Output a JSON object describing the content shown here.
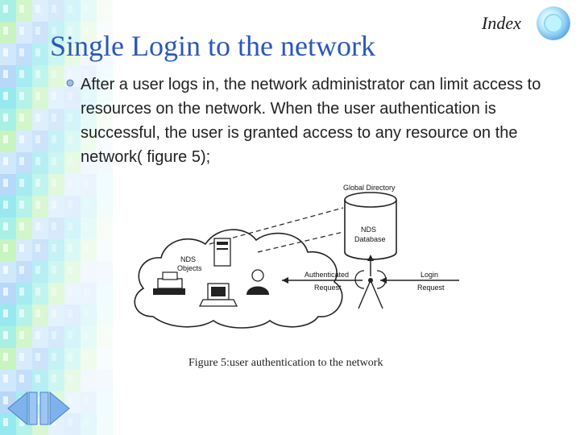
{
  "slide": {
    "title": "Single Login to the network",
    "index_label": "Index",
    "bullet": "After a user logs in, the network administrator can limit access to resources on the network. When the user authentication is successful, the user is granted access to any resource on the network( figure 5);",
    "caption": "Figure 5:user authentication to the network"
  },
  "diagram": {
    "global_directory": "Global Directory",
    "nds_line1": "NDS",
    "nds_line2": "Database",
    "objects_line1": "NDS",
    "objects_line2": "Objects",
    "auth_line1": "Authenticated",
    "auth_line2": "Request",
    "login_line1": "Login",
    "login_line2": "Request"
  },
  "theme": {
    "title_color": "#2a58b8",
    "band_colors": [
      "#a8f0e6",
      "#b8d8f8",
      "#c8f4c0",
      "#98e8f0",
      "#d0e8fb"
    ],
    "nav_color": "#7fb2ec"
  },
  "icons": [
    "index-orb-icon",
    "bullet-icon",
    "prev-arrow-icon",
    "next-arrow-icon"
  ]
}
